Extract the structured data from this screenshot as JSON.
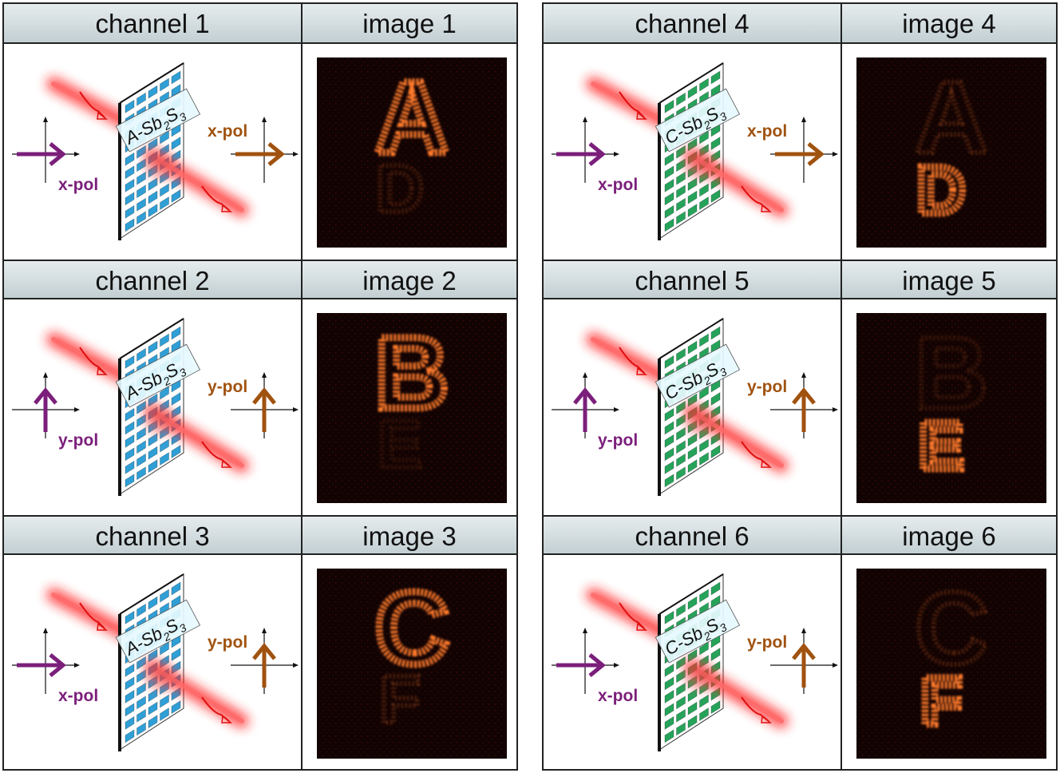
{
  "panels": [
    {
      "rows": [
        {
          "channel_label": "channel 1",
          "image_label": "image 1",
          "material": "A-Sb2S3",
          "material_prefix": "A-Sb",
          "sub2": "2",
          "s_letter": "S",
          "sub3": "3",
          "input_pol": "x-pol",
          "output_pol": "x-pol",
          "in_dir": "x",
          "out_dir": "x",
          "main_letter": "A",
          "ghost_letter": "D",
          "main_level": 1.0,
          "ghost_level": 0.25
        },
        {
          "channel_label": "channel 2",
          "image_label": "image 2",
          "material": "A-Sb2S3",
          "material_prefix": "A-Sb",
          "sub2": "2",
          "s_letter": "S",
          "sub3": "3",
          "input_pol": "y-pol",
          "output_pol": "y-pol",
          "in_dir": "y",
          "out_dir": "y",
          "main_letter": "B",
          "ghost_letter": "E",
          "main_level": 1.0,
          "ghost_level": 0.15
        },
        {
          "channel_label": "channel 3",
          "image_label": "image 3",
          "material": "A-Sb2S3",
          "material_prefix": "A-Sb",
          "sub2": "2",
          "s_letter": "S",
          "sub3": "3",
          "input_pol": "x-pol",
          "output_pol": "y-pol",
          "in_dir": "x",
          "out_dir": "y",
          "main_letter": "C",
          "ghost_letter": "F",
          "main_level": 1.0,
          "ghost_level": 0.3
        }
      ]
    },
    {
      "rows": [
        {
          "channel_label": "channel 4",
          "image_label": "image 4",
          "material": "C-Sb2S3",
          "material_prefix": "C-Sb",
          "sub2": "2",
          "s_letter": "S",
          "sub3": "3",
          "input_pol": "x-pol",
          "output_pol": "x-pol",
          "in_dir": "x",
          "out_dir": "x",
          "main_letter": "D",
          "ghost_letter": "A",
          "main_level": 1.0,
          "ghost_level": 0.3
        },
        {
          "channel_label": "channel 5",
          "image_label": "image 5",
          "material": "C-Sb2S3",
          "material_prefix": "C-Sb",
          "sub2": "2",
          "s_letter": "S",
          "sub3": "3",
          "input_pol": "y-pol",
          "output_pol": "y-pol",
          "in_dir": "y",
          "out_dir": "y",
          "main_letter": "E",
          "ghost_letter": "B",
          "main_level": 1.0,
          "ghost_level": 0.2
        },
        {
          "channel_label": "channel 6",
          "image_label": "image 6",
          "material": "C-Sb2S3",
          "material_prefix": "C-Sb",
          "sub2": "2",
          "s_letter": "S",
          "sub3": "3",
          "input_pol": "x-pol",
          "output_pol": "y-pol",
          "in_dir": "x",
          "out_dir": "y",
          "main_letter": "F",
          "ghost_letter": "C",
          "main_level": 1.0,
          "ghost_level": 0.3
        }
      ]
    }
  ],
  "colors": {
    "input_arrow": "#7b1f7b",
    "output_arrow": "#a0520f",
    "beam": "#ff1a1a",
    "plate_amorphous": "#2f9fd6",
    "plate_crystalline": "#26a35a",
    "image_bg": "#120303",
    "letter_glow": "#ff7a2a"
  }
}
